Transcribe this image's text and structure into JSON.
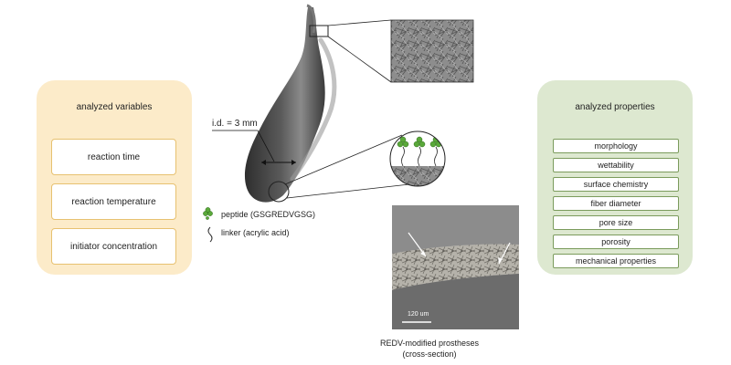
{
  "left_panel": {
    "title": "analyzed variables",
    "items": [
      "reaction time",
      "reaction temperature",
      "initiator concentration"
    ]
  },
  "right_panel": {
    "title": "analyzed properties",
    "items": [
      "morphology",
      "wettability",
      "surface chemistry",
      "fiber diameter",
      "pore size",
      "porosity",
      "mechanical properties"
    ]
  },
  "tube": {
    "diameter_label": "i.d. = 3 mm"
  },
  "legend": {
    "peptide": "peptide (GSGREDVGSG)",
    "linker": "linker (acrylic acid)"
  },
  "micrograph": {
    "scale_bar": "120 um"
  },
  "caption": {
    "line1": "REDV-modified prostheses",
    "line2": "(cross-section)"
  },
  "colors": {
    "left_panel_bg": "#fcebc9",
    "left_box_border": "#e7c170",
    "right_panel_bg": "#dde8d0",
    "right_box_border": "#7b9b5c",
    "tube_dark": "#4a4a4a",
    "peptide_green": "#5aa83a"
  }
}
